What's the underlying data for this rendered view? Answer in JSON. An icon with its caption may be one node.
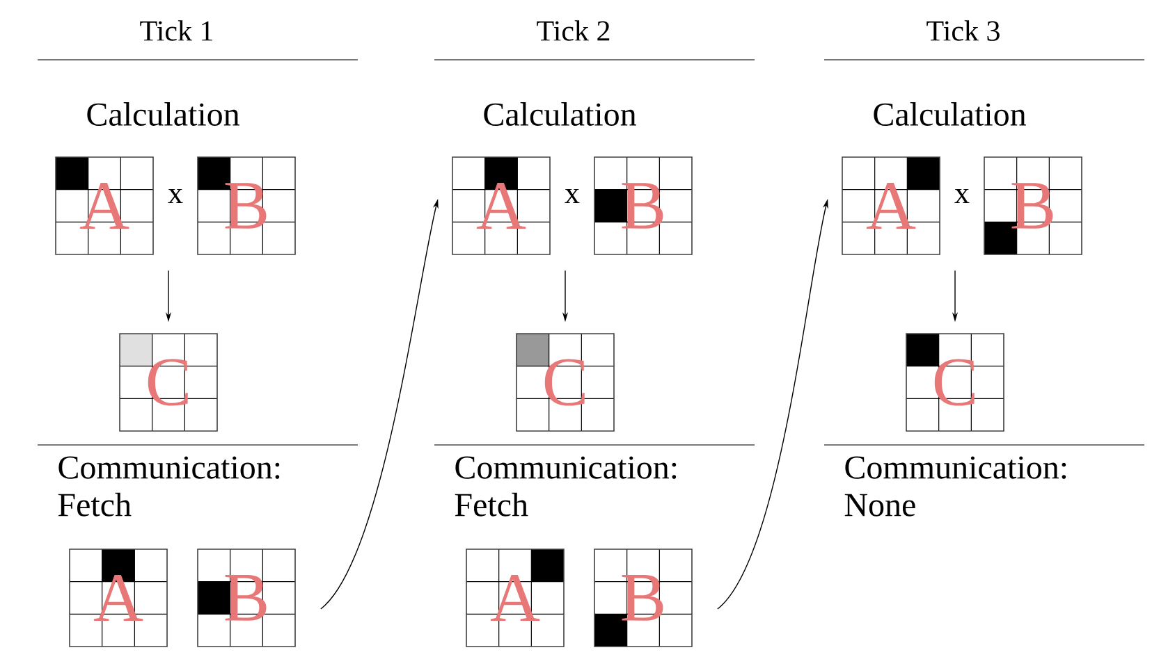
{
  "diagram": {
    "nodes": [
      {
        "text": [
          "A"
        ]
      },
      {
        "text": [
          "B"
        ]
      },
      {
        "text": [
          "A"
        ]
      },
      {
        "text": [
          "B"
        ]
      },
      {
        "text": [
          "A"
        ]
      },
      {
        "text": [
          "B"
        ]
      },
      {
        "text": [
          "C"
        ]
      },
      {
        "text": [
          "C"
        ]
      },
      {
        "text": [
          "C"
        ]
      },
      {
        "text": [
          "A"
        ]
      },
      {
        "text": [
          "B"
        ]
      },
      {
        "text": [
          "A"
        ]
      },
      {
        "text": [
          "B"
        ]
      }
    ],
    "edges": [
      {
        "from": null,
        "to": 6,
        "arrow": "to"
      },
      {
        "from": null,
        "to": 7,
        "arrow": "to"
      },
      {
        "from": null,
        "to": 8,
        "arrow": "to"
      },
      {
        "from": 10,
        "to": 2,
        "arrow": "to"
      },
      {
        "from": 12,
        "to": 4,
        "arrow": "to"
      }
    ],
    "labels": [
      "Tick 1",
      "Tick 2",
      "Tick 3",
      "Calculation",
      "x",
      "Calculation",
      "x",
      "Calculation",
      "x",
      "Communication: Fetch",
      "Communication: Fetch",
      "Communication: None"
    ]
  }
}
